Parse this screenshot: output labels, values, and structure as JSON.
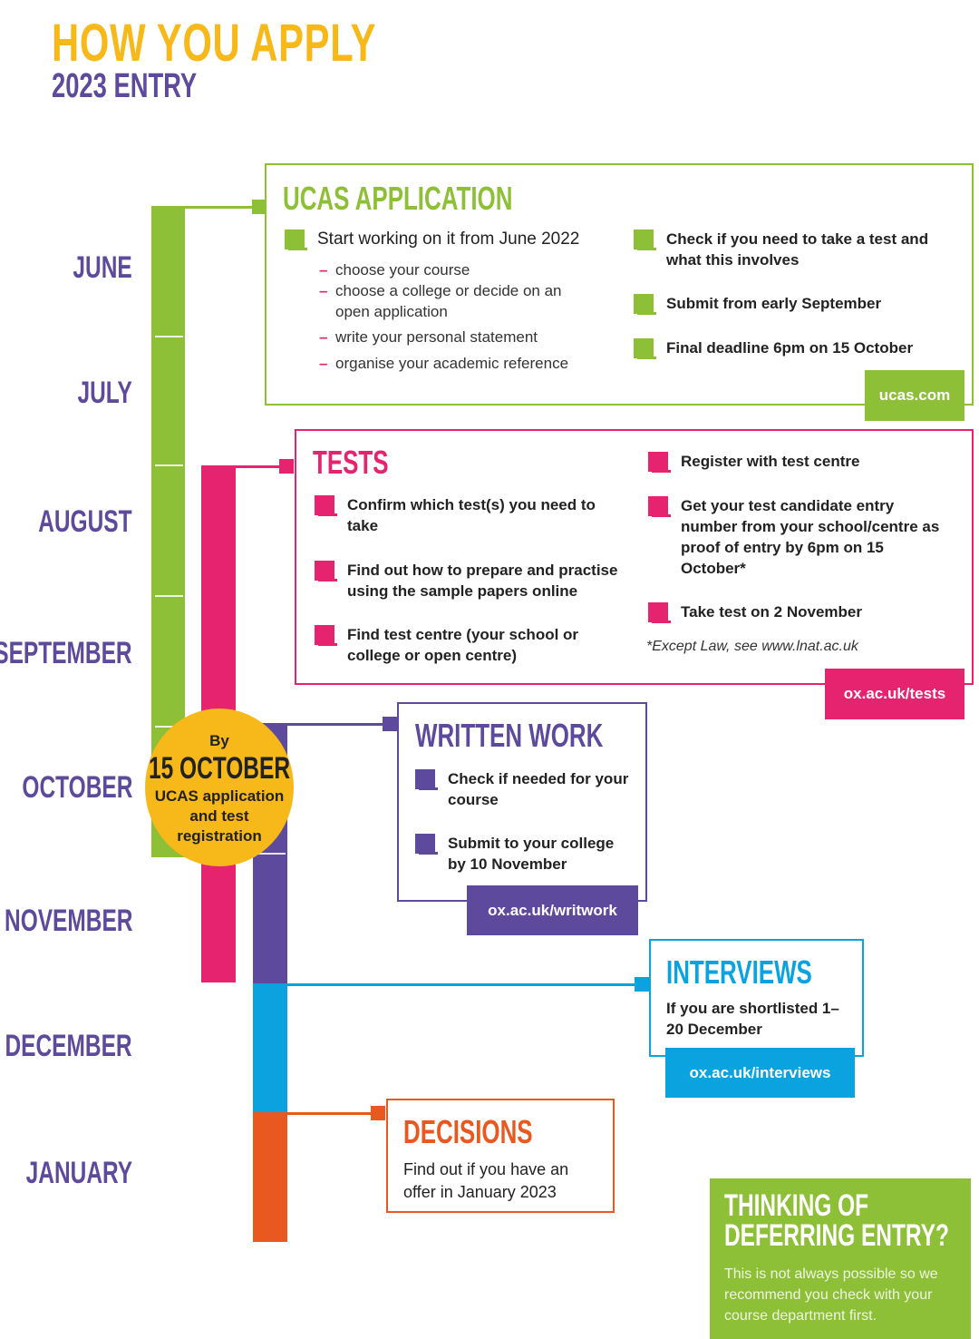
{
  "header": {
    "title": "HOW YOU APPLY",
    "subtitle": "2023 ENTRY"
  },
  "months": [
    "JUNE",
    "JULY",
    "AUGUST",
    "SEPTEMBER",
    "OCTOBER",
    "NOVEMBER",
    "DECEMBER",
    "JANUARY"
  ],
  "colors": {
    "green": "#8dbf37",
    "pink": "#e6236e",
    "purple": "#5e4a9d",
    "blue": "#0aa3df",
    "orange": "#e9581f",
    "yellow": "#f7b91a"
  },
  "badge": {
    "by": "By",
    "date": "15 OCTOBER",
    "line1": "UCAS application",
    "line2": "and test",
    "line3": "registration"
  },
  "ucas": {
    "title": "UCAS APPLICATION",
    "main_item": "Start working on it from June 2022",
    "sub_items": [
      "choose your course",
      "choose a college or decide on an open application",
      "write your personal statement",
      "organise your academic reference"
    ],
    "right_items": [
      "Check if you need to take a test and what this involves",
      "Submit from early September",
      "Final deadline 6pm on 15 October"
    ],
    "link": "ucas.com"
  },
  "tests": {
    "title": "TESTS",
    "left_items": [
      "Confirm which test(s) you need to take",
      "Find out how to prepare and practise using the sample papers online",
      "Find test centre (your school or college or open centre)"
    ],
    "right_items": [
      "Register with test centre",
      "Get your test candidate entry number from your school/centre as proof of entry by 6pm on 15 October*",
      "Take test on 2 November"
    ],
    "footnote": "*Except Law, see www.lnat.ac.uk",
    "link": "ox.ac.uk/tests"
  },
  "written": {
    "title": "WRITTEN WORK",
    "items": [
      "Check if needed for your course",
      "Submit to your college by 10 November"
    ],
    "link": "ox.ac.uk/writwork"
  },
  "interviews": {
    "title": "INTERVIEWS",
    "text": "If you are shortlisted 1–20 December",
    "link": "ox.ac.uk/interviews"
  },
  "decisions": {
    "title": "DECISIONS",
    "text": "Find out if you have an offer in January 2023"
  },
  "defer": {
    "title_line1": "THINKING OF",
    "title_line2": "DEFERRING ENTRY?",
    "text": "This is not always possible so we recommend you check with your course department first."
  }
}
